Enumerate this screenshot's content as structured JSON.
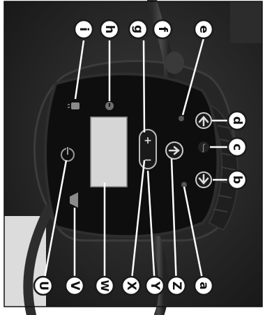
{
  "callouts": [
    {
      "key": "U",
      "text": "U"
    },
    {
      "key": "V",
      "text": "V"
    },
    {
      "key": "W",
      "text": "W"
    },
    {
      "key": "X",
      "text": "X"
    },
    {
      "key": "Y",
      "text": "Y"
    },
    {
      "key": "Z",
      "text": "Z"
    },
    {
      "key": "a",
      "text": "a"
    },
    {
      "key": "b",
      "text": "b"
    },
    {
      "key": "c",
      "text": "c"
    },
    {
      "key": "d",
      "text": "d"
    },
    {
      "key": "e",
      "text": "e"
    },
    {
      "key": "f",
      "text": "f"
    },
    {
      "key": "g",
      "text": "g"
    },
    {
      "key": "h",
      "text": "h"
    },
    {
      "key": "i",
      "text": "i"
    }
  ],
  "colors": {
    "background": "#ffffff",
    "photo_dark": "#1c1c1c",
    "panel": "#0f0f0f",
    "display": "#d6d6d6",
    "line": "#ffffff",
    "badge_border": "#1a1a1a"
  },
  "icons": [
    "lamp-icon",
    "warning-light-icon",
    "power-icon",
    "horn-icon",
    "speed-plus-icon",
    "speed-minus-icon",
    "arrow-right-icon",
    "arrow-up-icon",
    "arrow-down-icon",
    "hazard-icon"
  ]
}
